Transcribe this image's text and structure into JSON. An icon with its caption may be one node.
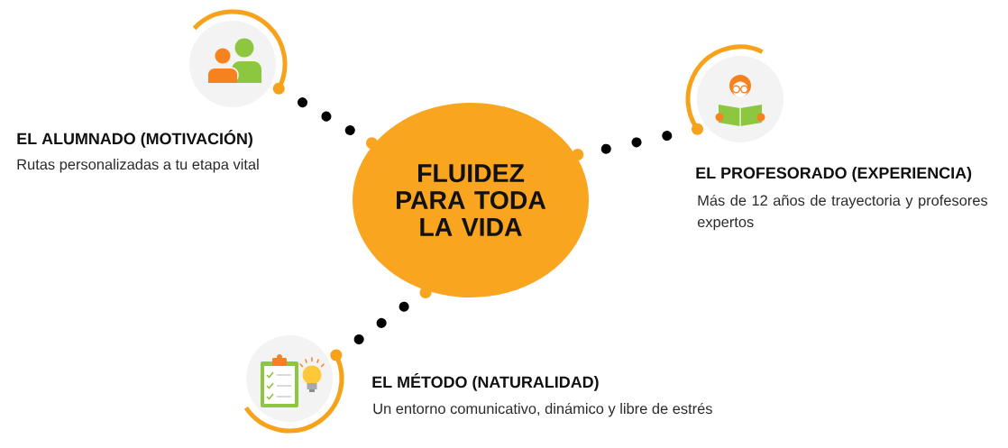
{
  "diagram": {
    "nodes": [
      {
        "text": [
          "FLUIDEZ PARA TODA LA VIDA"
        ]
      },
      {
        "text": [
          "EL ALUMNADO (MOTIVACIÓN)",
          "Rutas personalizadas a tu etapa vital"
        ]
      },
      {
        "text": [
          "EL PROFESORADO (EXPERIENCIA)",
          "Más de 12 años de trayectoria y profesores expertos"
        ]
      },
      {
        "text": [
          "EL MÉTODO (NATURALIDAD)",
          "Un entorno comunicativo, dinámico y libre de estrés"
        ]
      }
    ],
    "edges": [
      {
        "from": 0,
        "to": 1,
        "arrow": "none"
      },
      {
        "from": 0,
        "to": 2,
        "arrow": "none"
      },
      {
        "from": 0,
        "to": 3,
        "arrow": "none"
      }
    ]
  }
}
